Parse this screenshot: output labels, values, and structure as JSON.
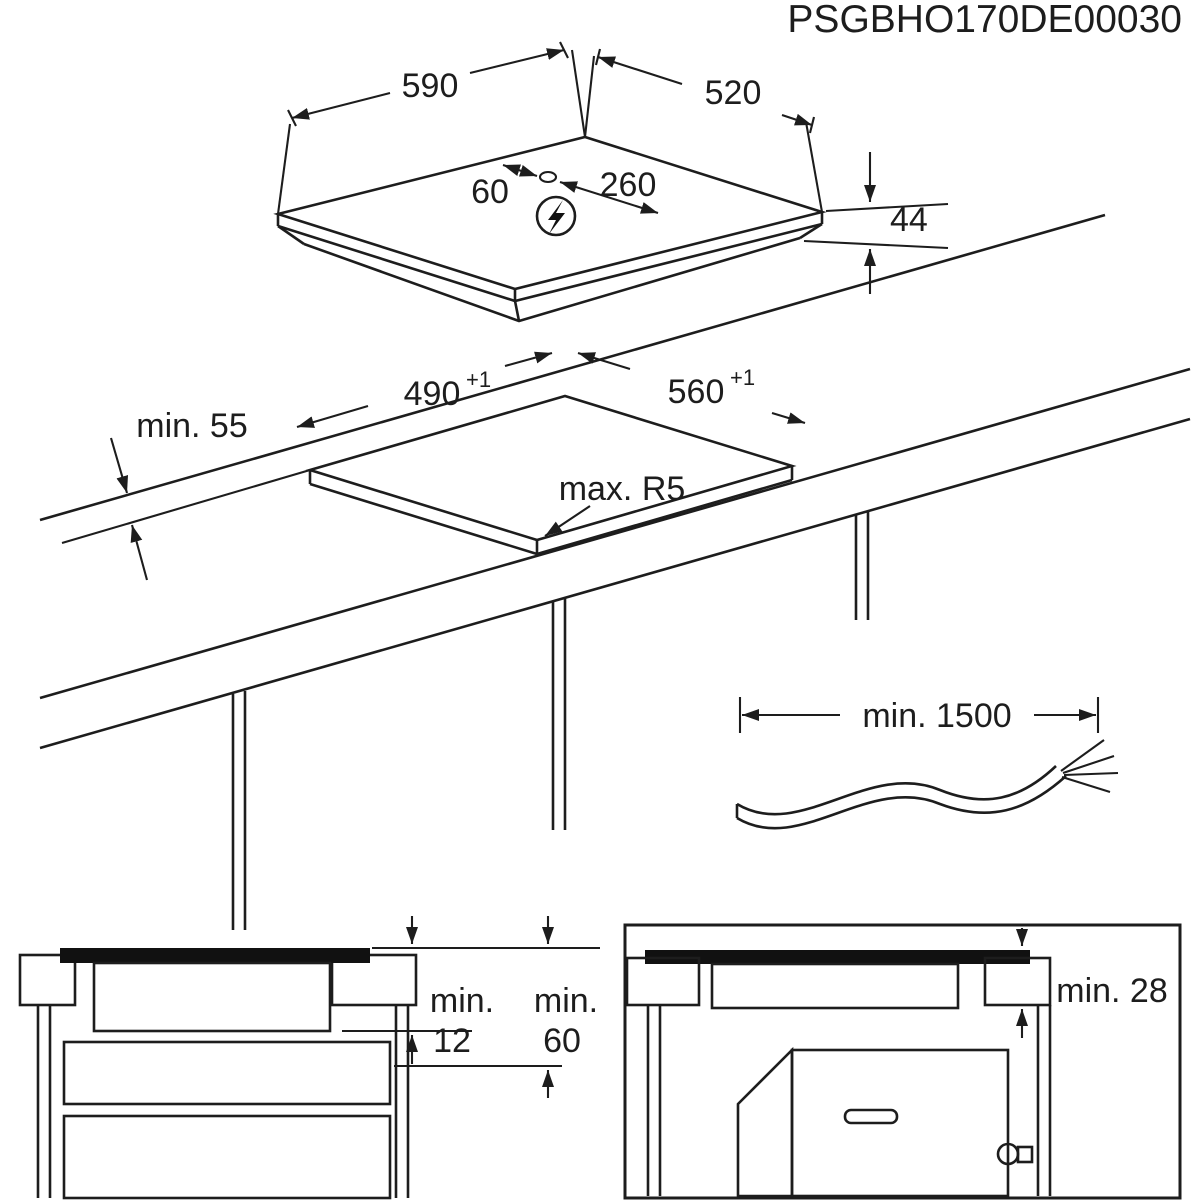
{
  "title": "PSGBHO170DE00030",
  "colors": {
    "line": "#1d1d1d",
    "background": "#ffffff"
  },
  "hob": {
    "width": "590",
    "depth": "520",
    "height": "44",
    "cable_offset": "60",
    "cable_center": "260"
  },
  "cutout": {
    "depth": "490",
    "depth_tol": "+1",
    "width": "560",
    "width_tol": "+1",
    "edge_min": "min. 55",
    "radius_max": "max. R5"
  },
  "cable": {
    "length_min": "min. 1500"
  },
  "drawer_section": {
    "min_label_1": "min.",
    "value_1": "12",
    "min_label_2": "min.",
    "value_2": "60"
  },
  "oven_section": {
    "clearance_min": "min. 28"
  }
}
